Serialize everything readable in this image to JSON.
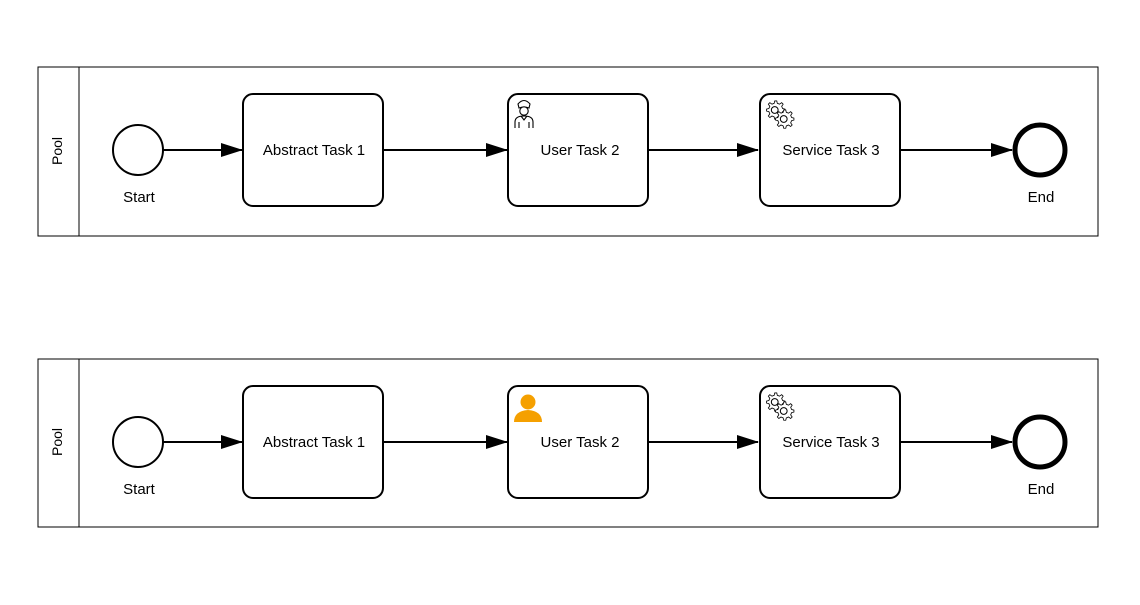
{
  "pools": [
    {
      "label": "Pool",
      "start_label": "Start",
      "end_label": "End",
      "tasks": [
        {
          "label": "Abstract Task 1",
          "icon": "none"
        },
        {
          "label": "User Task 2",
          "icon": "user-outline-icon"
        },
        {
          "label": "Service Task 3",
          "icon": "gear-icon"
        }
      ]
    },
    {
      "label": "Pool",
      "start_label": "Start",
      "end_label": "End",
      "tasks": [
        {
          "label": "Abstract Task 1",
          "icon": "none"
        },
        {
          "label": "User Task 2",
          "icon": "user-filled-icon"
        },
        {
          "label": "Service Task 3",
          "icon": "gear-icon"
        }
      ]
    }
  ],
  "colors": {
    "stroke": "#000000",
    "user_filled_icon": "#f5a000"
  }
}
